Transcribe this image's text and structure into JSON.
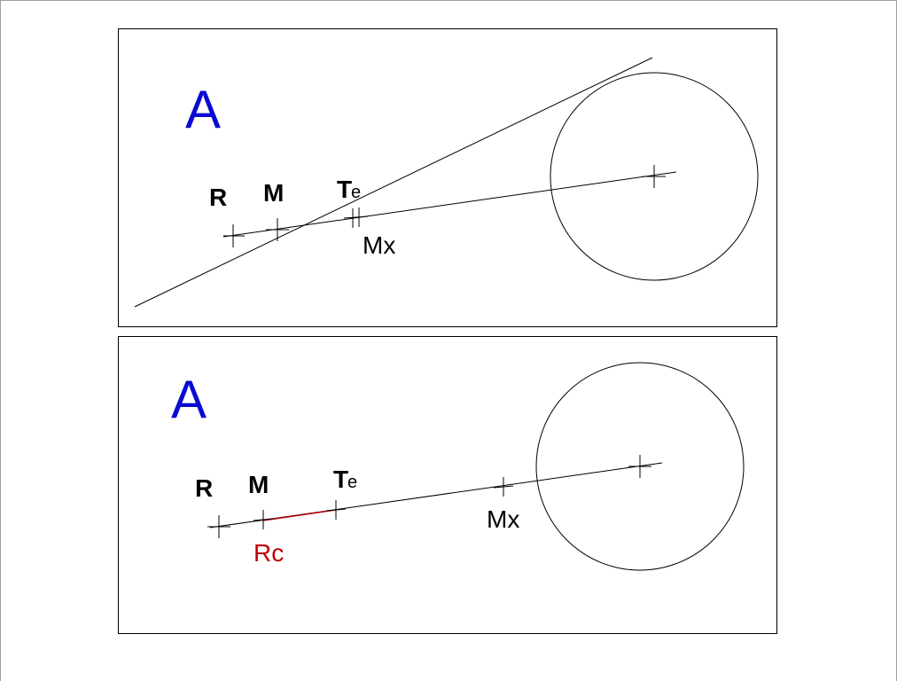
{
  "panels": [
    {
      "letter": "A",
      "labels": {
        "R": "R",
        "M": "M",
        "Te_T": "T",
        "Te_sub": "e",
        "Mx": "Mx"
      }
    },
    {
      "letter": "A",
      "labels": {
        "R": "R",
        "M": "M",
        "Te_T": "T",
        "Te_sub": "e",
        "Mx": "Mx",
        "Rc": "Rc"
      }
    }
  ],
  "colors": {
    "letter": "#0a0ad2",
    "highlight": "#c00000",
    "lines": "#000000"
  }
}
